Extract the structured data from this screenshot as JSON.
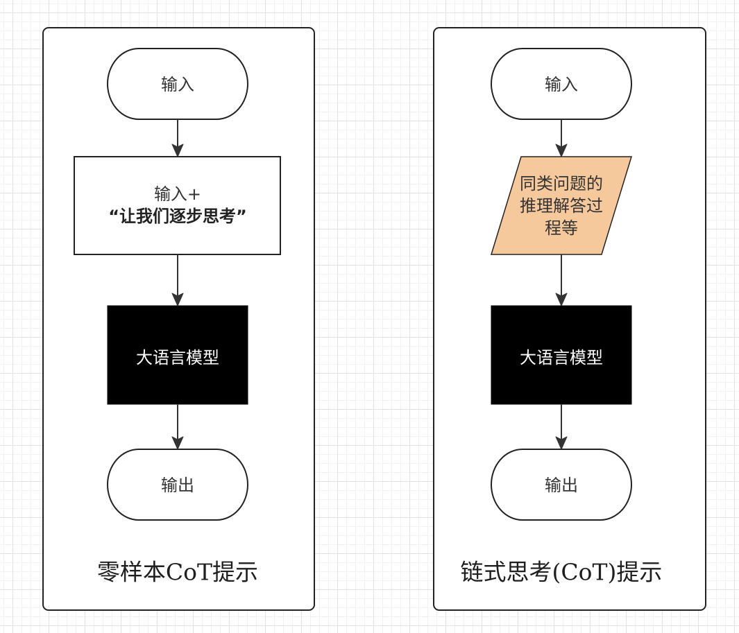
{
  "zero_shot": {
    "input_label": "输入",
    "prompt_line1": "输入+",
    "prompt_line2": "“让我们逐步思考”",
    "model_label": "大语言模型",
    "output_label": "输出",
    "caption": "零样本CoT提示"
  },
  "chain_of_thought": {
    "input_label": "输入",
    "examples_lines": [
      "同类问题的",
      "推理解答过",
      "程等"
    ],
    "model_label": "大语言模型",
    "output_label": "输出",
    "caption": "链式思考(CoT)提示"
  },
  "colors": {
    "examples_fill": "#f5c99b",
    "model_fill": "#000000",
    "connector": "#333333"
  }
}
